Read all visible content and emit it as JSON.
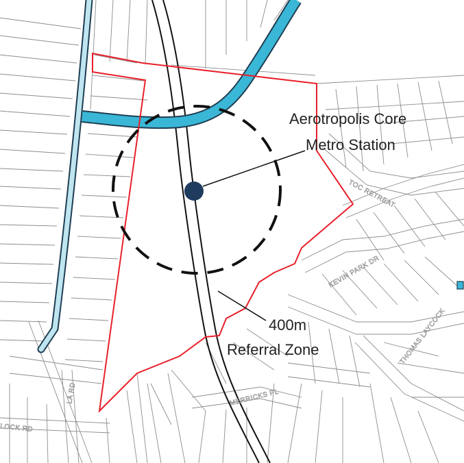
{
  "map": {
    "labels": {
      "station_line1": "Aerotropolis Core",
      "station_line2": "Metro Station",
      "zone_line1": "400m",
      "zone_line2": "Referral Zone"
    },
    "streets": {
      "retreat": "TOC RETREAT",
      "parkdr": "KEVIN PARK DR",
      "laycock": "THOMAS LAYCOCK",
      "merricks": "MERRICKS PL",
      "lower_rd": "LOCK RD",
      "left_rd": "LA RD"
    },
    "colors": {
      "boundary": "#e8202a",
      "channel_fill": "#3ab7d6",
      "channel_edge": "#1f3d52",
      "station": "#1f3c5e",
      "parcel": "#8c8c8c",
      "rail": "#111111"
    }
  }
}
